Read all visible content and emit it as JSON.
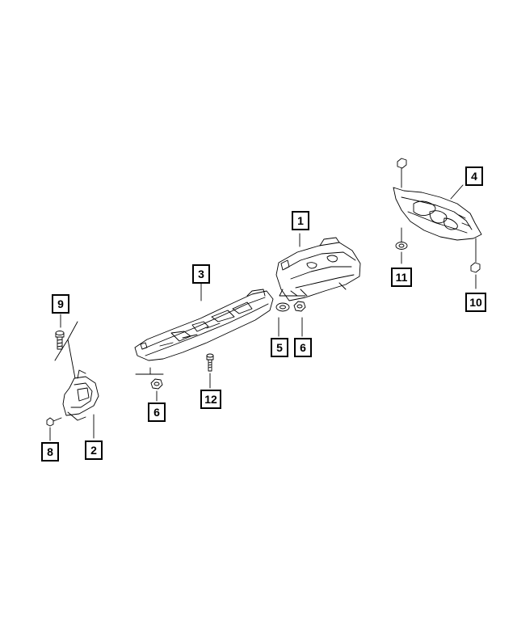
{
  "diagram": {
    "callouts": {
      "c1": "1",
      "c2": "2",
      "c3": "3",
      "c4": "4",
      "c5": "5",
      "c6a": "6",
      "c6b": "6",
      "c8": "8",
      "c9": "9",
      "c10": "10",
      "c11": "11",
      "c12": "12"
    }
  }
}
